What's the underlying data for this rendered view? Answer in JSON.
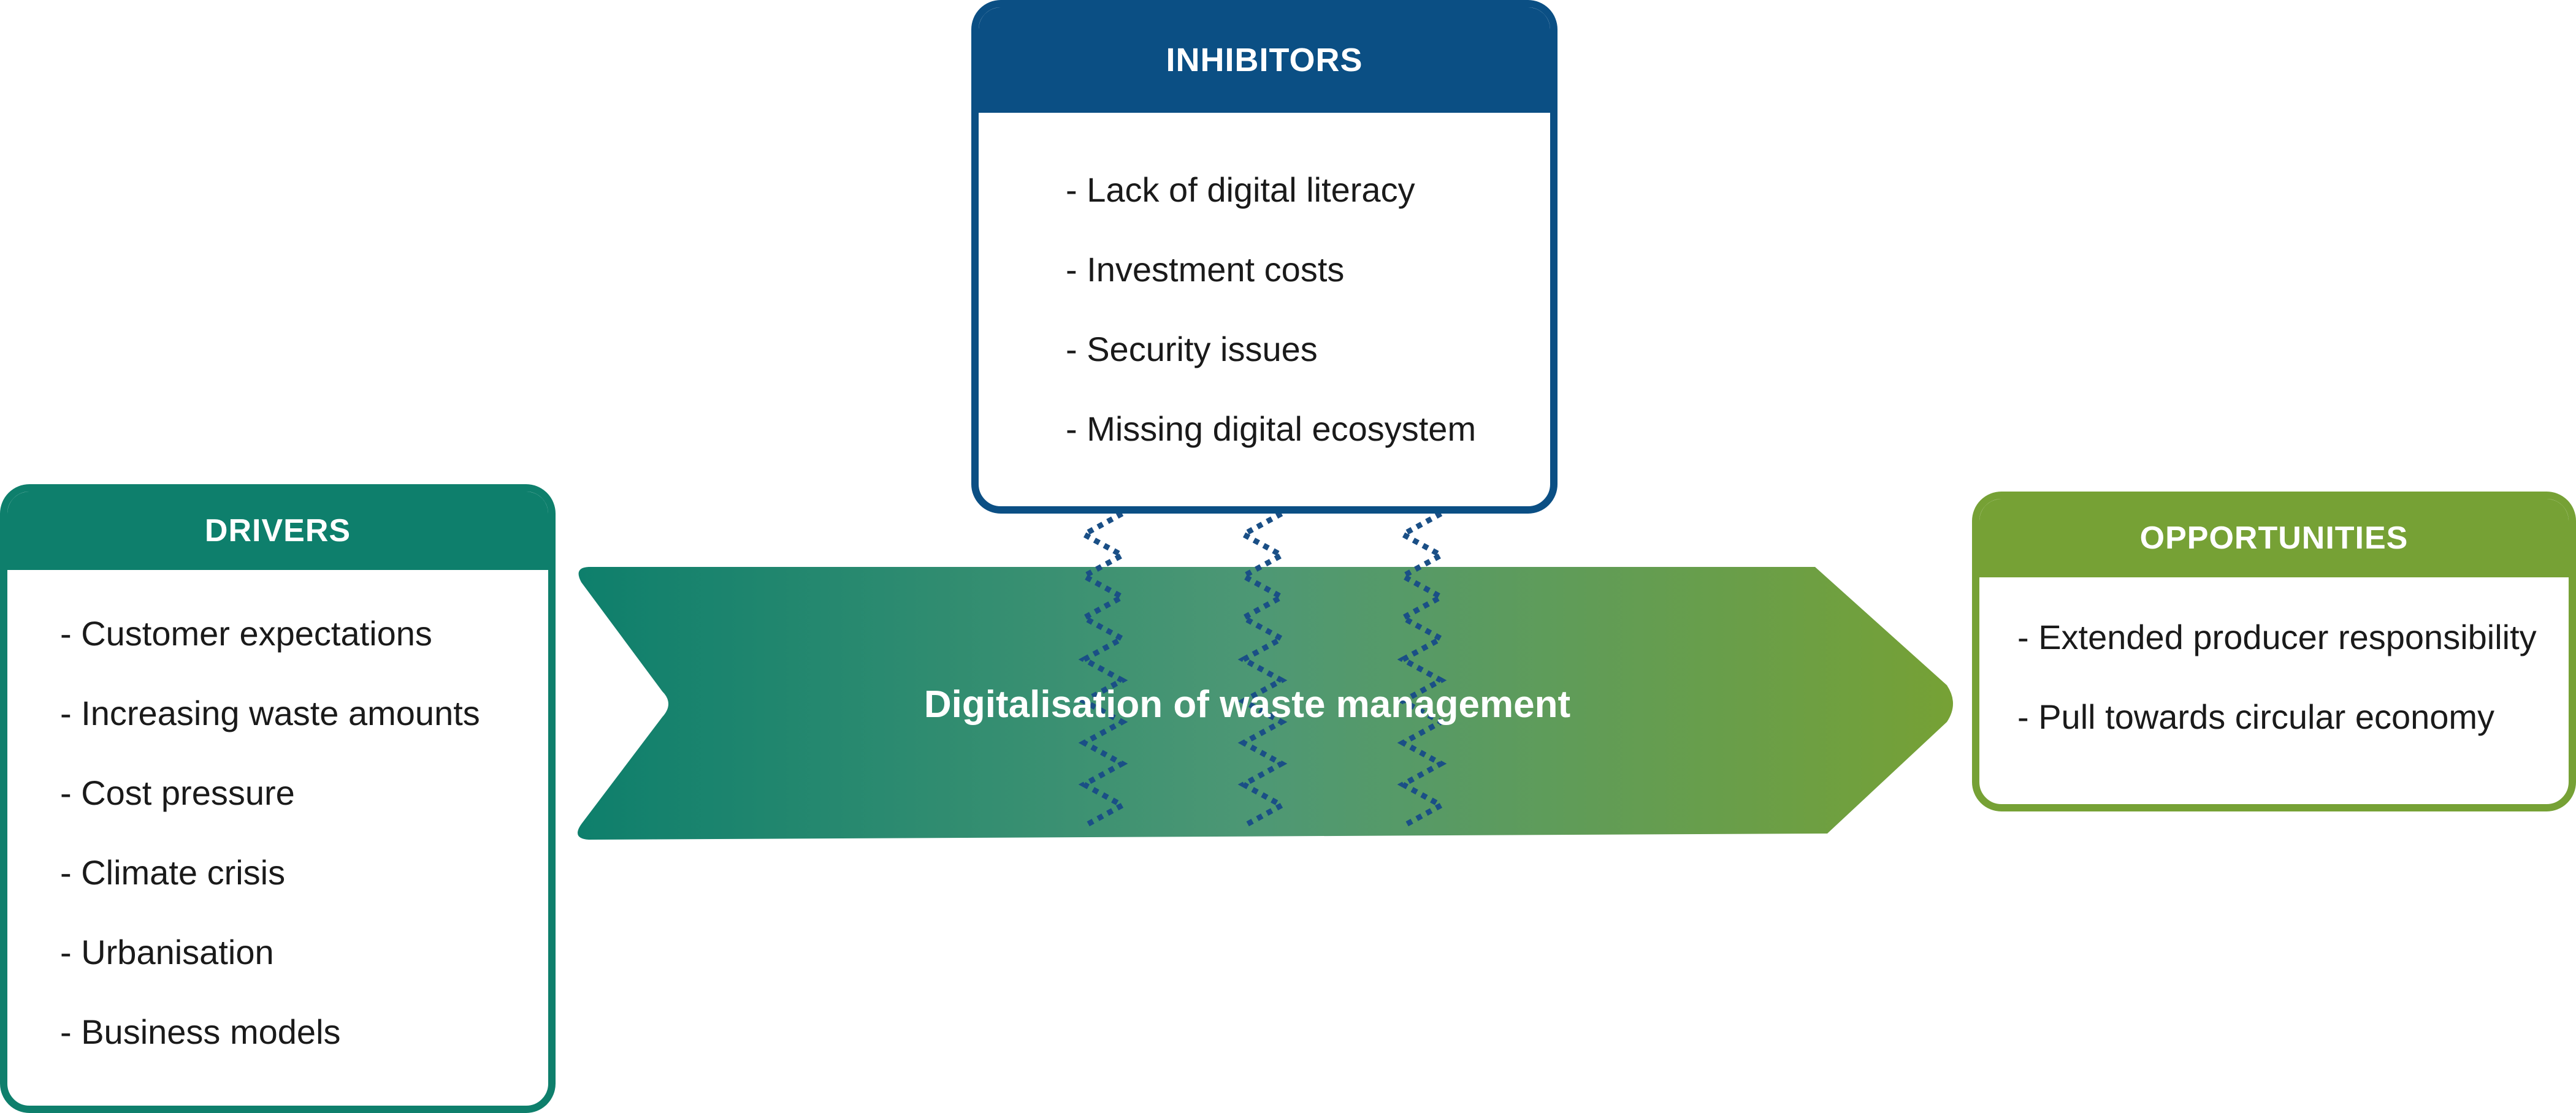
{
  "colors": {
    "drivers": "#0e7f6c",
    "inhibitors": "#0b4f84",
    "opportunities": "#76a135"
  },
  "drivers": {
    "title": "DRIVERS",
    "items": [
      "- Customer expectations",
      "- Increasing waste amounts",
      "- Cost pressure",
      "- Climate crisis",
      "- Urbanisation",
      "- Business models"
    ]
  },
  "inhibitors": {
    "title": "INHIBITORS",
    "items": [
      "- Lack of digital literacy",
      "- Investment costs",
      "- Security issues",
      "- Missing digital ecosystem"
    ]
  },
  "opportunities": {
    "title": "OPPORTUNITIES",
    "items": [
      "- Extended producer responsibility",
      "- Pull towards circular economy"
    ]
  },
  "process": {
    "label": "Digitalisation of waste management"
  }
}
